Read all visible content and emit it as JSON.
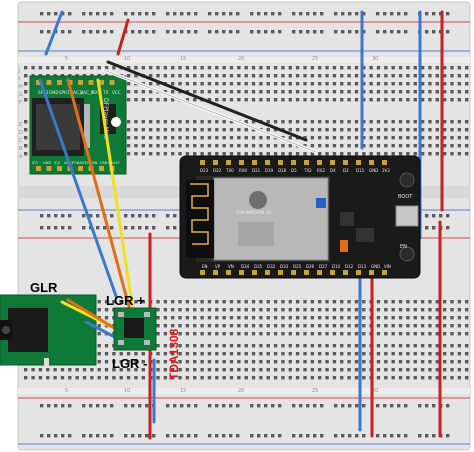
{
  "breadboard": {
    "column_numbers": [
      "5",
      "10",
      "15",
      "20",
      "25",
      "30"
    ],
    "row_letters": [
      "J",
      "I",
      "H",
      "G",
      "F",
      "E",
      "D",
      "C",
      "B",
      "A"
    ]
  },
  "dfplayer": {
    "name": "DFPlayer Mini",
    "top_pins": [
      "SPK2",
      "GND",
      "SPK1",
      "DAC_L",
      "DAC_R",
      "RX",
      "TX",
      "VCC"
    ],
    "bottom_pins": [
      "IO1",
      "GND",
      "IO2",
      "ADKEY1",
      "ADKEY2",
      "USB-",
      "USB+",
      "BUSY"
    ]
  },
  "esp32": {
    "module": "ESP-WROOM-32",
    "top_pins": [
      "D23",
      "D22",
      "TX0",
      "RX0",
      "D21",
      "D19",
      "D18",
      "D5",
      "TX2",
      "RX2",
      "D4",
      "D2",
      "D15",
      "GND",
      "3V3"
    ],
    "bottom_pins": [
      "EN",
      "VP",
      "VN",
      "D34",
      "D35",
      "D32",
      "D33",
      "D25",
      "D26",
      "D27",
      "D14",
      "D12",
      "D13",
      "GND",
      "VIN"
    ],
    "boot_label": "BOOT",
    "en_label": "EN"
  },
  "audio": {
    "jack_label": "GLR",
    "amp_chip": "TDA1308",
    "amp_top_label": "LGR +",
    "amp_bottom_label": "LGR -"
  },
  "colors": {
    "breadboard": "#e4e4e4",
    "hole": "#5a5a5a",
    "rail_red": "#d01818",
    "rail_blue": "#2a5cc8",
    "module_green": "#0f7a38",
    "wire_red": "#c82020",
    "wire_blue": "#3c78c8",
    "wire_black": "#202020",
    "wire_white": "#f4f4f4",
    "wire_yellow": "#f0e020",
    "wire_orange": "#e07018",
    "amp_label": "#e01818"
  }
}
